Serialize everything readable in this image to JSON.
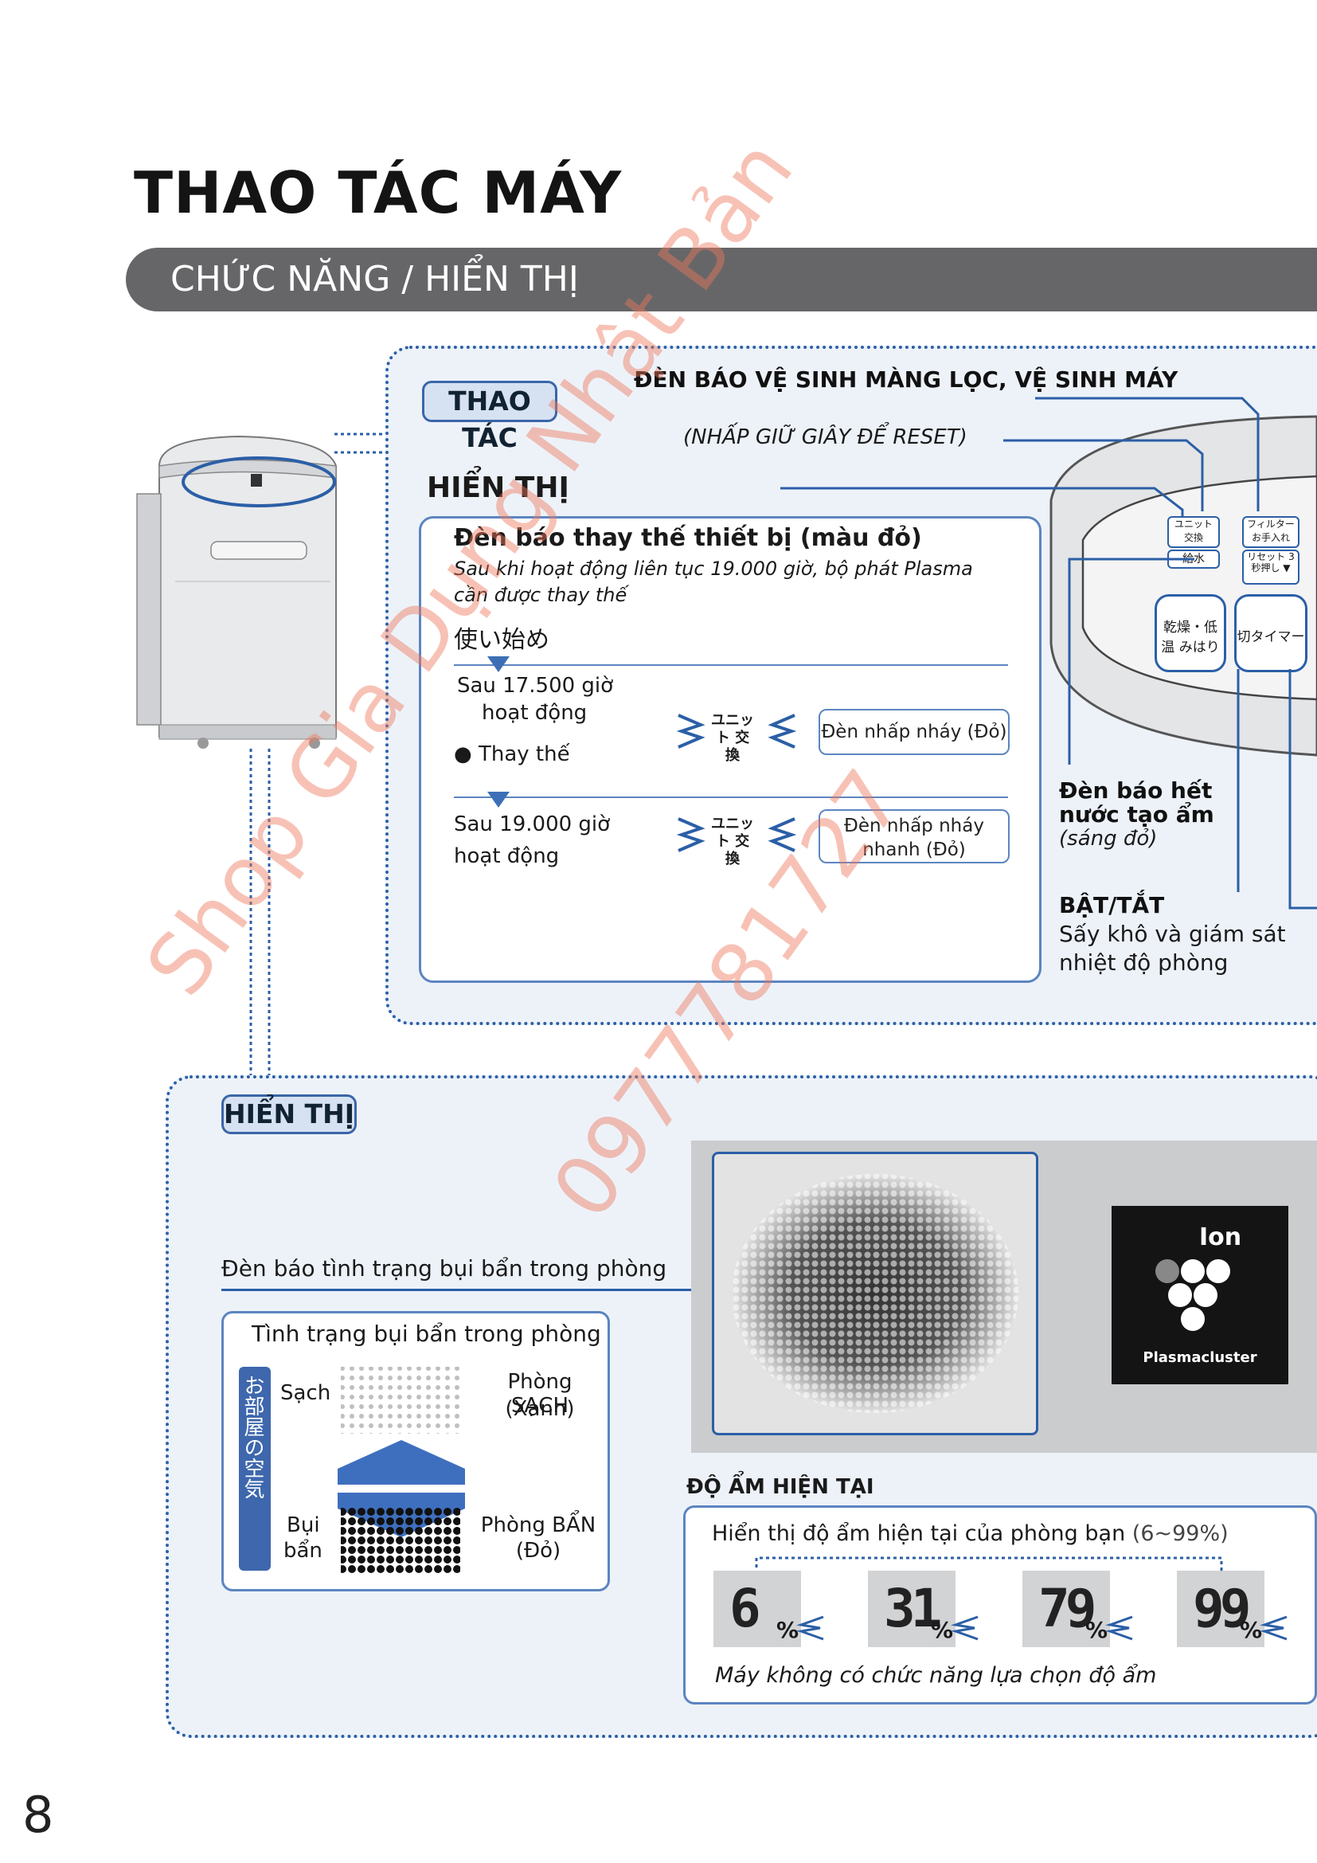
{
  "title": "THAO TÁC MÁY",
  "section": "CHỨC NĂNG / HIỂN THỊ",
  "operation": {
    "tag": "THAO TÁC",
    "filter_label": "ĐÈN BÁO VỆ SINH MÀNG LỌC, VỆ SINH MÁY",
    "reset_label": "(NHẤP GIỮ  GIÂY ĐỂ RESET)",
    "display_heading": "HIỂN THỊ",
    "buttons": {
      "unit": "ユニット 交換",
      "water": "給水",
      "filter": "フィルター お手入れ",
      "reset": "リセット 3秒押し ▼",
      "dry": "乾燥・低温 みはり",
      "timer": "切タイマー"
    },
    "replace_box": {
      "heading": "Đèn báo thay thế thiết bị (màu đỏ)",
      "desc": "Sau khi hoạt động liên tục 19.000 giờ, bộ phát Plasma cần được thay thế",
      "start_label": "使い始め",
      "row1_text_a": "Sau 17.500 giờ",
      "row1_text_b": "hoạt động",
      "row1_bullet": "Thay thế",
      "row1_icon": "ユニット 交換",
      "row1_status": "Đèn nhấp nháy (Đỏ)",
      "row2_text_a": "Sau 19.000 giờ",
      "row2_text_b": "hoạt động",
      "row2_icon": "ユニット 交換",
      "row2_status_a": "Đèn nhấp nháy",
      "row2_status_b": "nhanh (Đỏ)"
    },
    "water_label_a": "Đèn báo hết",
    "water_label_b": "nước tạo ẩm",
    "water_label_c": "(sáng đỏ)",
    "onoff_label": "BẬT/TẮT",
    "onoff_desc_a": "Sấy khô và giám sát",
    "onoff_desc_b": "nhiệt độ phòng"
  },
  "display": {
    "tag": "HIỂN THỊ",
    "dust_label": "Đèn báo tình trạng bụi bẩn trong phòng",
    "dust_box": {
      "heading": "Tình trạng bụi bẩn trong phòng",
      "side_label": "お部屋の空気",
      "clean": "Sạch",
      "dirty_a": "Bụi",
      "dirty_b": "bẩn",
      "clean_room_a": "Phòng SẠCH",
      "clean_room_b": "(Xanh)",
      "dirty_room_a": "Phòng BẨN",
      "dirty_room_b": "(Đỏ)"
    },
    "ion_logo": {
      "ion_text": "Ion",
      "brand": "Plasmacluster"
    },
    "humidity": {
      "heading": "ĐỘ ẨM HIỆN TẠI",
      "desc": "Hiển thị độ ẩm hiện tại của phòng bạn",
      "range": "(6~99%)",
      "note": "Máy không có chức năng lựa chọn độ ẩm",
      "readings": [
        "6",
        "31",
        "79",
        "99"
      ],
      "unit": "%"
    }
  },
  "page_number": "8",
  "watermark": {
    "line1": "Shop Gia Dụng Nhật Bản",
    "line2": "0977781727"
  },
  "colors": {
    "accent_blue": "#2b5fa6",
    "panel_bg": "#edf2f9",
    "section_bar": "#666668"
  }
}
